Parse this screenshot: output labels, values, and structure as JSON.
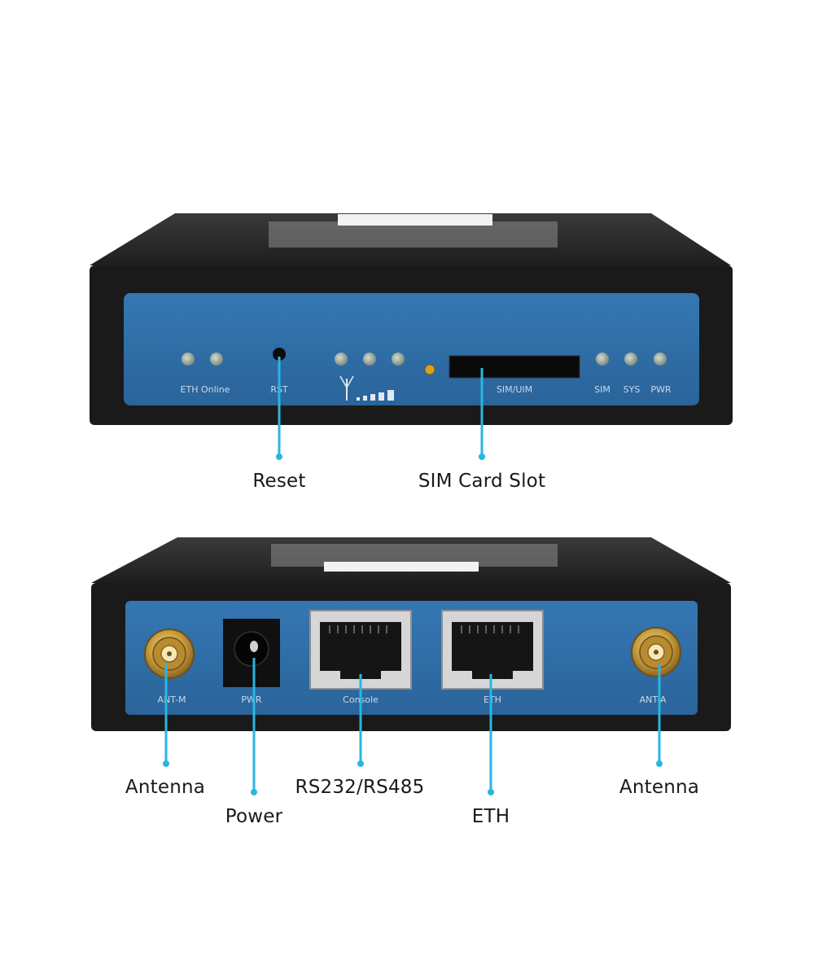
{
  "front_panel": {
    "labels": {
      "eth_online": "ETH Online",
      "rst": "RST",
      "sim_uim": "SIM/UIM",
      "sim": "SIM",
      "sys": "SYS",
      "pwr": "PWR"
    },
    "callouts": {
      "reset": "Reset",
      "sim_slot": "SIM Card Slot"
    }
  },
  "rear_panel": {
    "labels": {
      "ant_m": "ANT-M",
      "pwr": "PWR",
      "console": "Console",
      "eth": "ETH",
      "ant_a": "ANT-A"
    },
    "callouts": {
      "antenna_left": "Antenna",
      "power": "Power",
      "rs232": "RS232/RS485",
      "eth": "ETH",
      "antenna_right": "Antenna"
    }
  },
  "colors": {
    "panel_blue": "#2f6fa8",
    "housing": "#1c1c1c",
    "callout_line": "#29b6e0"
  }
}
